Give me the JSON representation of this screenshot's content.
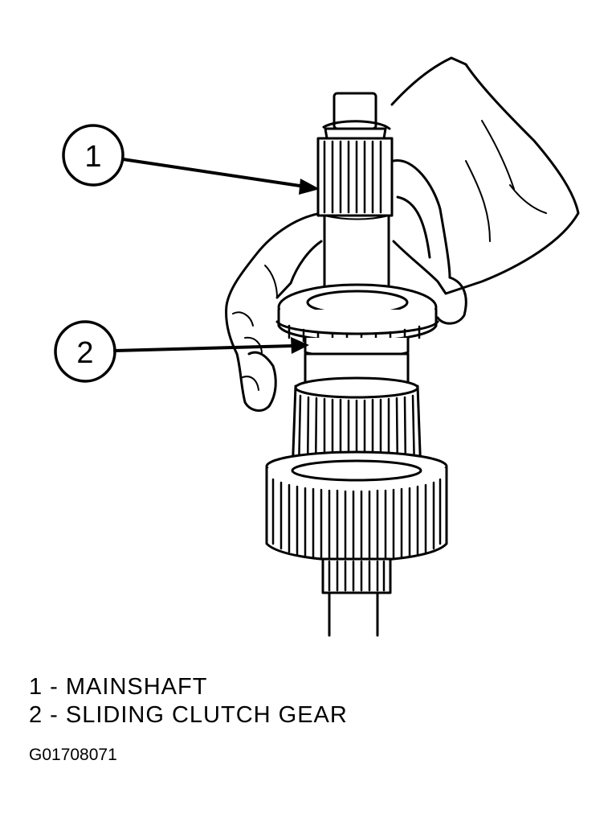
{
  "callouts": [
    {
      "number": "1",
      "label": "MAINSHAFT"
    },
    {
      "number": "2",
      "label": "SLIDING CLUTCH GEAR"
    }
  ],
  "legend": [
    "1 - MAINSHAFT",
    "2 - SLIDING CLUTCH GEAR"
  ],
  "figure_id": "G01708071",
  "colors": {
    "ink": "#000000",
    "paper": "#ffffff"
  }
}
